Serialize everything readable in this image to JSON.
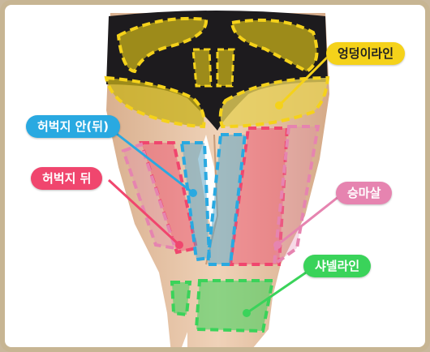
{
  "labels": {
    "buttock_line": "엉덩이라인",
    "inner_thigh_back": "허벅지 안(뒤)",
    "back_thigh": "허벅지 뒤",
    "saddlebags": "승마살",
    "calf_line": "샤넬라인"
  },
  "colors": {
    "buttock_line": "#f5d21a",
    "inner_thigh_back": "#29a9e1",
    "back_thigh": "#f0466e",
    "saddlebags": "#e684b0",
    "calf_line": "#3ad35a",
    "skin": "#e8c6a8",
    "frame": "#c7b593"
  }
}
